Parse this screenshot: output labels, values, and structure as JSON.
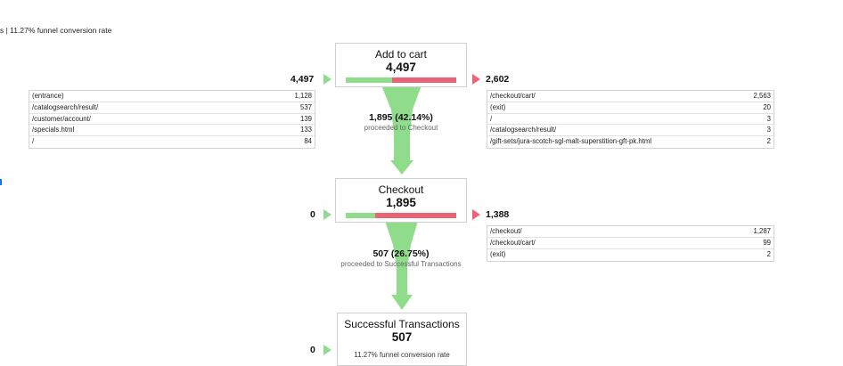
{
  "summary": "s | 11.27% funnel conversion rate",
  "colors": {
    "proceed": "#8fdd8b",
    "exit": "#ea6475"
  },
  "steps": [
    {
      "name": "Add to cart",
      "count": "4,497",
      "entries": "4,497",
      "exits": "2,602",
      "proceed_fraction": 0.4214,
      "entry_sources": [
        {
          "path": "(entrance)",
          "count": "1,128"
        },
        {
          "path": "/catalogsearch/result/",
          "count": "537"
        },
        {
          "path": "/customer/account/",
          "count": "139"
        },
        {
          "path": "/specials.html",
          "count": "133"
        },
        {
          "path": "/",
          "count": "84"
        }
      ],
      "exit_destinations": [
        {
          "path": "/checkout/cart/",
          "count": "2,563"
        },
        {
          "path": "(exit)",
          "count": "20"
        },
        {
          "path": "/",
          "count": "3"
        },
        {
          "path": "/catalogsearch/result/",
          "count": "3"
        },
        {
          "path": "/gift-sets/jura-scotch-sgl-malt-superstition-gft-pk.html",
          "count": "2"
        }
      ],
      "proceeded_value": "1,895 (42.14%)",
      "proceeded_label": "proceeded to Checkout"
    },
    {
      "name": "Checkout",
      "count": "1,895",
      "entries": "0",
      "exits": "1,388",
      "proceed_fraction": 0.2675,
      "exit_destinations": [
        {
          "path": "/checkout/",
          "count": "1,287"
        },
        {
          "path": "/checkout/cart/",
          "count": "99"
        },
        {
          "path": "(exit)",
          "count": "2"
        }
      ],
      "proceeded_value": "507 (26.75%)",
      "proceeded_label": "proceeded to Successful Transactions"
    },
    {
      "name": "Successful Transactions",
      "count": "507",
      "entries": "0",
      "conversion_rate": "11.27% funnel conversion rate"
    }
  ]
}
